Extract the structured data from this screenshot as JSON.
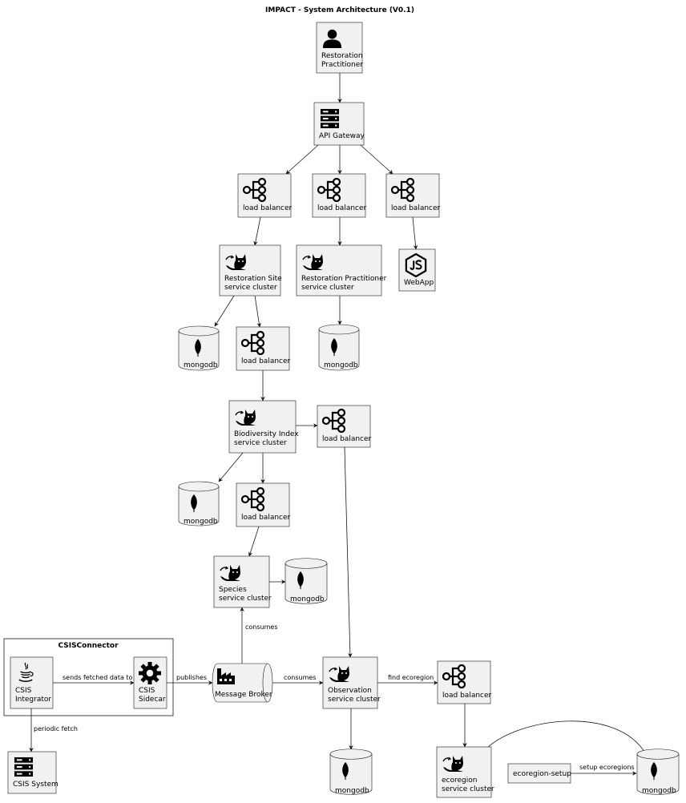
{
  "title": "IMPACT - System Architecture (V0.1)",
  "group": {
    "csis_connector": "CSISConnector"
  },
  "nodes": {
    "restoration_practitioner": [
      "Restoration",
      "Practitioner"
    ],
    "api_gateway": [
      "API Gateway"
    ],
    "lb1": [
      "load balancer"
    ],
    "lb2": [
      "load balancer"
    ],
    "lb3": [
      "load balancer"
    ],
    "webapp": [
      "WebApp"
    ],
    "restoration_site_cluster": [
      "Restoration Site",
      "service cluster"
    ],
    "restoration_practitioner_cluster": [
      "Restoration Practitioner",
      "service cluster"
    ],
    "mongodb_site": [
      "mongodb"
    ],
    "lb_site": [
      "load balancer"
    ],
    "mongodb_practitioner": [
      "mongodb"
    ],
    "biodiversity_cluster": [
      "Biodiversity Index",
      "service cluster"
    ],
    "lb_bio_right": [
      "load balancer"
    ],
    "mongodb_bio": [
      "mongodb"
    ],
    "lb_bio": [
      "load balancer"
    ],
    "species_cluster": [
      "Species",
      "service cluster"
    ],
    "mongodb_species": [
      "mongodb"
    ],
    "csis_integrator": [
      "CSIS",
      "Integrator"
    ],
    "csis_sidecar": [
      "CSIS",
      "Sidecar"
    ],
    "message_broker": [
      "Message Broker"
    ],
    "observation_cluster": [
      "Observation",
      "service cluster"
    ],
    "lb_obs": [
      "load balancer"
    ],
    "csis_system": [
      "CSIS System"
    ],
    "mongodb_obs": [
      "mongodb"
    ],
    "ecoregion_cluster": [
      "ecoregion",
      "service cluster"
    ],
    "ecoregion_setup": [
      "ecoregion-setup"
    ],
    "mongodb_eco": [
      "mongodb"
    ]
  },
  "edges": {
    "consumes_species": "consumes",
    "sends_fetched": "sends fetched data to",
    "publishes": "publishes",
    "consumes_obs": "consumes",
    "find_ecoregion": "find ecoregion",
    "periodic_fetch": "periodic fetch",
    "setup_ecoregions": "setup ecoregions"
  },
  "icons": {
    "person": "user-icon",
    "server": "server-icon",
    "loadbalancer": "share-nodes-icon",
    "cluster": "tomcat-cat-icon",
    "database": "mongodb-leaf-icon",
    "webapp": "nodejs-icon",
    "java": "java-cup-icon",
    "gear": "gear-icon",
    "factory": "factory-icon"
  }
}
